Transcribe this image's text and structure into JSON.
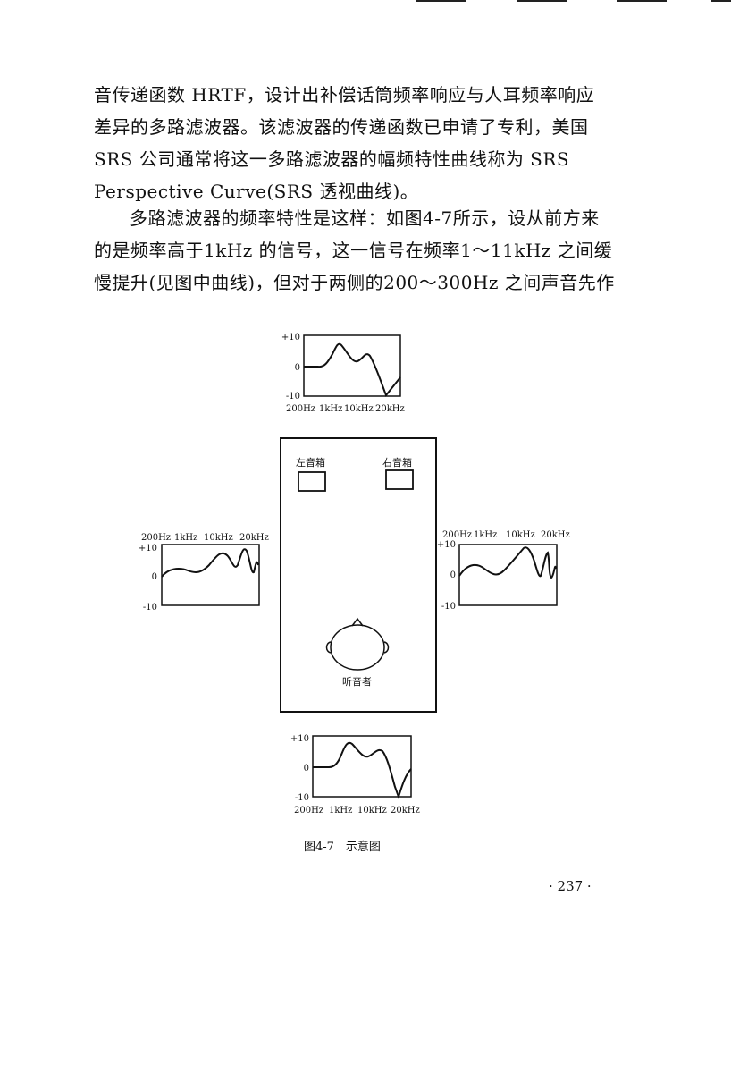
{
  "text": {
    "para1": [
      "音传递函数 HRTF，设计出补偿话筒频率响应与人耳频率响应",
      "差异的多路滤波器。该滤波器的传递函数已申请了专利，美国",
      "SRS 公司通常将这一多路滤波器的幅频特性曲线称为 SRS",
      "Perspective Curve(SRS 透视曲线)。"
    ],
    "para2": [
      "多路滤波器的频率特性是这样：如图4-7所示，设从前方来",
      "的是频率高于1kHz 的信号，这一信号在频率1～11kHz 之间缓",
      "慢提升(见图中曲线)，但对于两侧的200～300Hz 之间声音先作"
    ]
  },
  "figure": {
    "room_labels": {
      "left_speaker": "左音箱",
      "right_speaker": "右音箱",
      "listener": "听音者"
    },
    "plots": {
      "top": {
        "y_ticks": [
          "+10",
          "0",
          "-10"
        ],
        "x_ticks": [
          "200Hz",
          "1kHz",
          "10kHz",
          "20kHz"
        ]
      },
      "left": {
        "y_ticks": [
          "+10",
          "0",
          "-10"
        ],
        "x_ticks": [
          "200Hz",
          "1kHz",
          "10kHz",
          "20kHz"
        ]
      },
      "right": {
        "y_ticks": [
          "+10",
          "0",
          "-10"
        ],
        "x_ticks": [
          "200Hz",
          "1kHz",
          "10kHz",
          "20kHz"
        ]
      },
      "bottom": {
        "y_ticks": [
          "+10",
          "0",
          "-10"
        ],
        "x_ticks": [
          "200Hz",
          "1kHz",
          "10kHz",
          "20kHz"
        ]
      }
    },
    "caption": "图4-7　示意图"
  },
  "page_number": "· 237 ·"
}
